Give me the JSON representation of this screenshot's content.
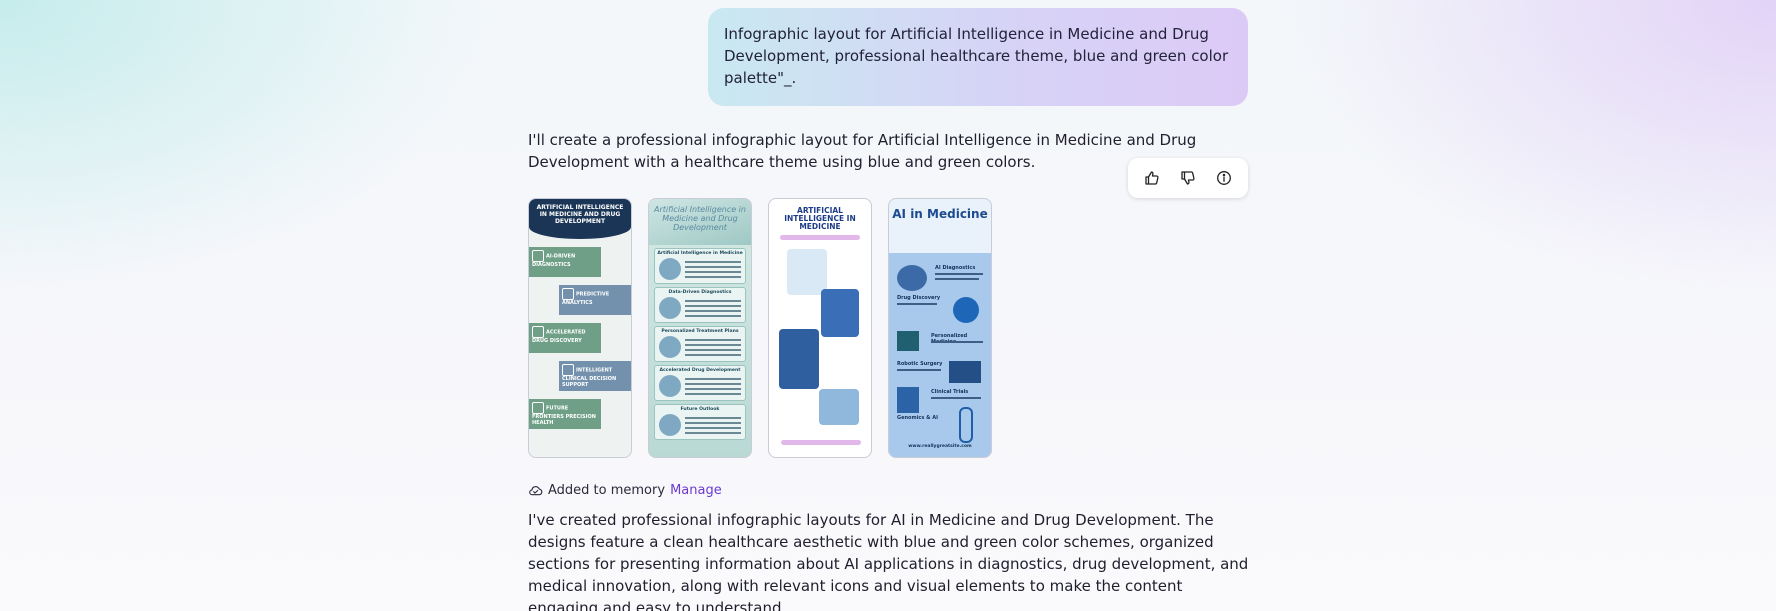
{
  "user_message": {
    "text": "Infographic layout for Artificial Intelligence in Medicine and Drug Development, professional healthcare theme, blue and green color palette\"_."
  },
  "assistant": {
    "intro": "I'll create a professional infographic layout for Artificial Intelligence in Medicine and Drug Development with a healthcare theme using blue and green colors.",
    "feedback": {
      "thumbs_up_icon": "thumbs-up-icon",
      "thumbs_down_icon": "thumbs-down-icon",
      "info_icon": "info-icon"
    },
    "images": [
      {
        "title": "ARTIFICIAL INTELLIGENCE IN MEDICINE AND DRUG DEVELOPMENT",
        "sections": [
          "AI-DRIVEN DIAGNOSTICS",
          "PREDICTIVE ANALYTICS",
          "ACCELERATED DRUG DISCOVERY",
          "INTELLIGENT CLINICAL DECISION SUPPORT",
          "FUTURE FRONTIERS PRECISION HEALTH"
        ]
      },
      {
        "title": "Artificial Intelligence in Medicine and Drug Development",
        "sections": [
          "Artificial Intelligence in Medicine",
          "Data-Driven Diagnostics",
          "Personalized Treatment Plans",
          "Accelerated Drug Development",
          "Future Outlook"
        ]
      },
      {
        "title": "ARTIFICIAL INTELLIGENCE IN MEDICINE",
        "sections": []
      },
      {
        "title": "AI in Medicine",
        "sections": [
          "AI Diagnostics",
          "Drug Discovery",
          "Personalized Medicine",
          "Robotic Surgery",
          "Clinical Trials",
          "Genomics & AI"
        ],
        "footer": "www.reallygreatsite.com"
      }
    ],
    "memory": {
      "label": "Added to memory",
      "link": "Manage",
      "icon": "memory-cloud-icon"
    },
    "summary": "I've created professional infographic layouts for AI in Medicine and Drug Development. The designs feature a clean healthcare aesthetic with blue and green color schemes, organized sections for presenting information about AI applications in diagnostics, drug development, and medical innovation, along with relevant icons and visual elements to make the content engaging and easy to understand."
  },
  "colors": {
    "accent_link": "#6d3ad0",
    "infographic_navy": "#1b3557",
    "infographic_blue": "#a9c9ec",
    "infographic_green": "#6f9f86"
  }
}
